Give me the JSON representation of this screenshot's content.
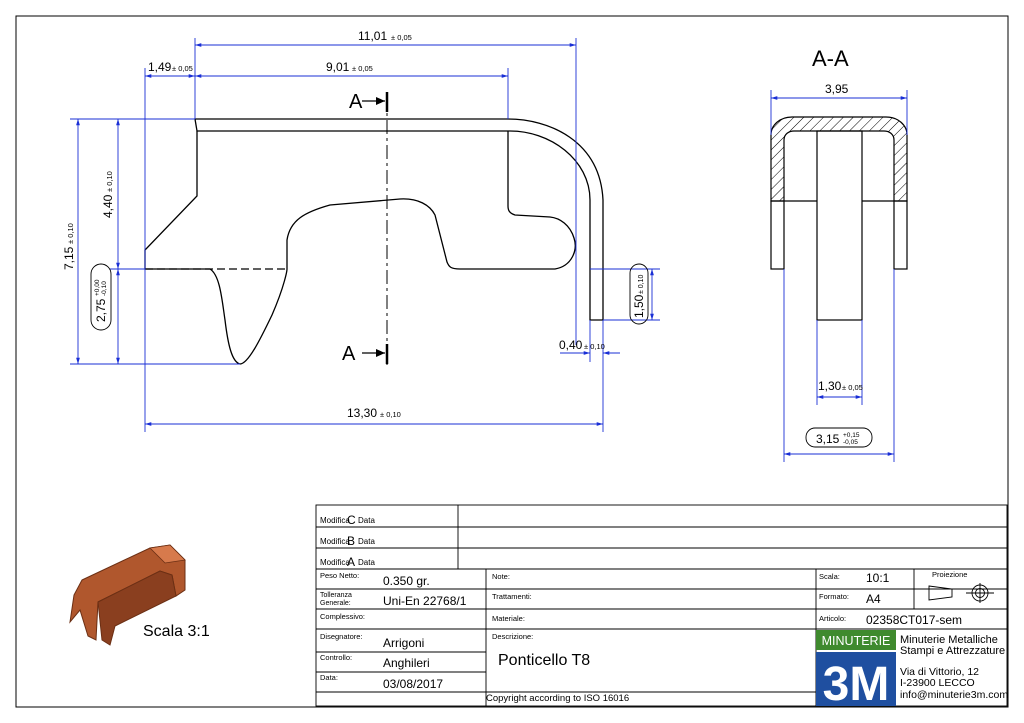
{
  "section_title": "A-A",
  "section_marker": "A",
  "dims": {
    "d_11_01": "11,01",
    "d_11_01_tol": "± 0,05",
    "d_9_01": "9,01",
    "d_9_01_tol": "± 0,05",
    "d_1_49": "1,49",
    "d_1_49_tol": "± 0,05",
    "d_7_15": "7,15",
    "d_7_15_tol": "± 0,10",
    "d_4_40": "4,40",
    "d_4_40_tol": "± 0,10",
    "d_2_75": "2,75",
    "d_2_75_tol_up": "+0,00",
    "d_2_75_tol_down": "-0,10",
    "d_1_50": "1,50",
    "d_1_50_tol": "± 0,10",
    "d_0_40": "0,40",
    "d_0_40_tol": "± 0,10",
    "d_13_30": "13,30",
    "d_13_30_tol": "± 0,10",
    "d_3_95": "3,95",
    "d_1_30": "1,30",
    "d_1_30_tol": "± 0,05",
    "d_3_15": "3,15",
    "d_3_15_tol_up": "+0,15",
    "d_3_15_tol_down": "-0,05"
  },
  "preview_scale": "Scala 3:1",
  "titleblock": {
    "mod_c_label": "Modifica",
    "mod_c_letter": "C",
    "mod_b_letter": "B",
    "mod_a_letter": "A",
    "data_label": "Data",
    "peso_label": "Peso Netto:",
    "peso_value": "0.350 gr.",
    "toll_label_1": "Tolleranza",
    "toll_label_2": "Generale:",
    "toll_value": "Uni-En 22768/1",
    "complessivo_label": "Complessivo:",
    "disegnatore_label": "Disegnatore:",
    "disegnatore_value": "Arrigoni",
    "controllo_label": "Controllo:",
    "controllo_value": "Anghileri",
    "data_field_label": "Data:",
    "data_value": "03/08/2017",
    "note_label": "Note:",
    "trattamenti_label": "Trattamenti:",
    "materiale_label": "Materiale:",
    "descrizione_label": "Descrizione:",
    "descrizione_value": "Ponticello T8",
    "scala_label": "Scala:",
    "scala_value": "10:1",
    "formato_label": "Formato:",
    "formato_value": "A4",
    "proiezione_label": "Proiezione",
    "articolo_label": "Articolo:",
    "articolo_value": "02358CT017-sem",
    "brand_banner": "MINUTERIE",
    "brand_logo": "3M",
    "company_line1": "Minuterie Metalliche",
    "company_line2": "Stampi e Attrezzature",
    "address_line1": "Via di Vittorio, 12",
    "address_line2": "I-23900 LECCO",
    "email": "info@minuterie3m.com",
    "copyright": "Copyright according to ISO 16016"
  },
  "colors": {
    "dimension_blue": "#1a2fd6",
    "brand_green": "#3f8a2e",
    "brand_blue": "#1f4fa0",
    "part_copper": "#b0572d"
  }
}
